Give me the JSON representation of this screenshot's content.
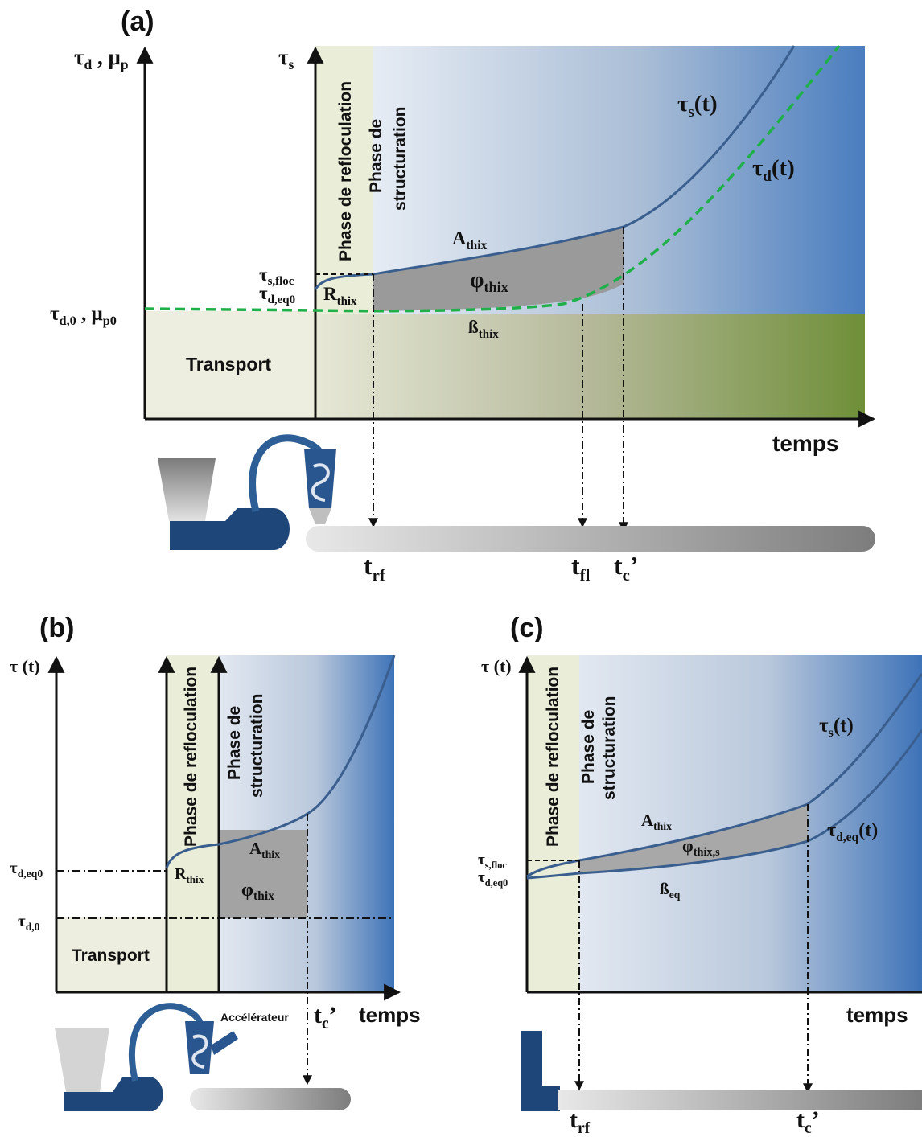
{
  "panels": {
    "a": {
      "label": "(a)",
      "y_axis_left": {
        "main": "τ",
        "sub1": "d",
        "mid": " , μ",
        "sub2": "p"
      },
      "y_axis_right": {
        "main": "τ",
        "sub": "s"
      },
      "phase_refloc": "Phase de refloculation",
      "phase_struct_1": "Phase de",
      "phase_struct_2": "structuration",
      "tau_s_floc": {
        "main": "τ",
        "sub": "s,floc"
      },
      "tau_d_eq0": {
        "main": "τ",
        "sub": "d,eq0"
      },
      "tau_d0_mu": {
        "main": "τ",
        "sub1": "d,0",
        "mid": " , μ",
        "sub2": "p0"
      },
      "r_thix": {
        "main": "R",
        "sub": "thix"
      },
      "a_thix": {
        "main": "A",
        "sub": "thix"
      },
      "phi_thix": {
        "main": "φ",
        "sub": "thix"
      },
      "beta_thix": {
        "main": "ß",
        "sub": "thix"
      },
      "tau_s_t": {
        "main": "τ",
        "sub": "s",
        "tail": "(t)"
      },
      "tau_d_t": {
        "main": "τ",
        "sub": "d",
        "tail": "(t)"
      },
      "transport": "Transport",
      "temps": "temps",
      "t_rf": {
        "main": "t",
        "sub": "rf"
      },
      "t_fl": {
        "main": "t",
        "sub": "fl"
      },
      "t_c": "t",
      "t_c_sub": "c",
      "t_c_prime": "’"
    },
    "b": {
      "label": "(b)",
      "y_axis": "τ (t)",
      "phase_refloc": "Phase de refloculation",
      "phase_struct_1": "Phase de",
      "phase_struct_2": "structuration",
      "tau_d_eq0": {
        "main": "τ",
        "sub": "d,eq0"
      },
      "tau_d0": {
        "main": "τ",
        "sub": "d,0"
      },
      "r_thix": {
        "main": "R",
        "sub": "thix"
      },
      "a_thix": {
        "main": "A",
        "sub": "thix"
      },
      "phi_thix": {
        "main": "φ",
        "sub": "thix"
      },
      "transport": "Transport",
      "accelerateur": "Accélérateur",
      "temps": "temps",
      "t_c": "t",
      "t_c_sub": "c",
      "t_c_prime": "’"
    },
    "c": {
      "label": "(c)",
      "y_axis": "τ (t)",
      "phase_refloc": "Phase de refloculation",
      "phase_struct_1": "Phase de",
      "phase_struct_2": "structuration",
      "tau_s_floc": {
        "main": "τ",
        "sub": "s,floc"
      },
      "tau_d_eq0": {
        "main": "τ",
        "sub": "d,eq0"
      },
      "a_thix": {
        "main": "A",
        "sub": "thix"
      },
      "phi_thix_s": {
        "main": "φ",
        "sub": "thix,s"
      },
      "beta_eq": {
        "main": "ß",
        "sub": "eq"
      },
      "tau_s_t": {
        "main": "τ",
        "sub": "s",
        "tail": "(t)"
      },
      "tau_d_eq_t": {
        "main": "τ",
        "sub": "d,eq",
        "tail": "(t)"
      },
      "temps": "temps",
      "t_rf": {
        "main": "t",
        "sub": "rf"
      },
      "t_c": "t",
      "t_c_sub": "c",
      "t_c_prime": "’"
    }
  },
  "colors": {
    "curve_blue": "#3a5f8f",
    "dashed_green": "#1fb04a",
    "phi_red": "#e3191c",
    "athix_blue": "#2f5693",
    "light_blue_label": "#4f78b8",
    "olive": "#6c7a2c",
    "equipment_blue": "#1f4678"
  }
}
